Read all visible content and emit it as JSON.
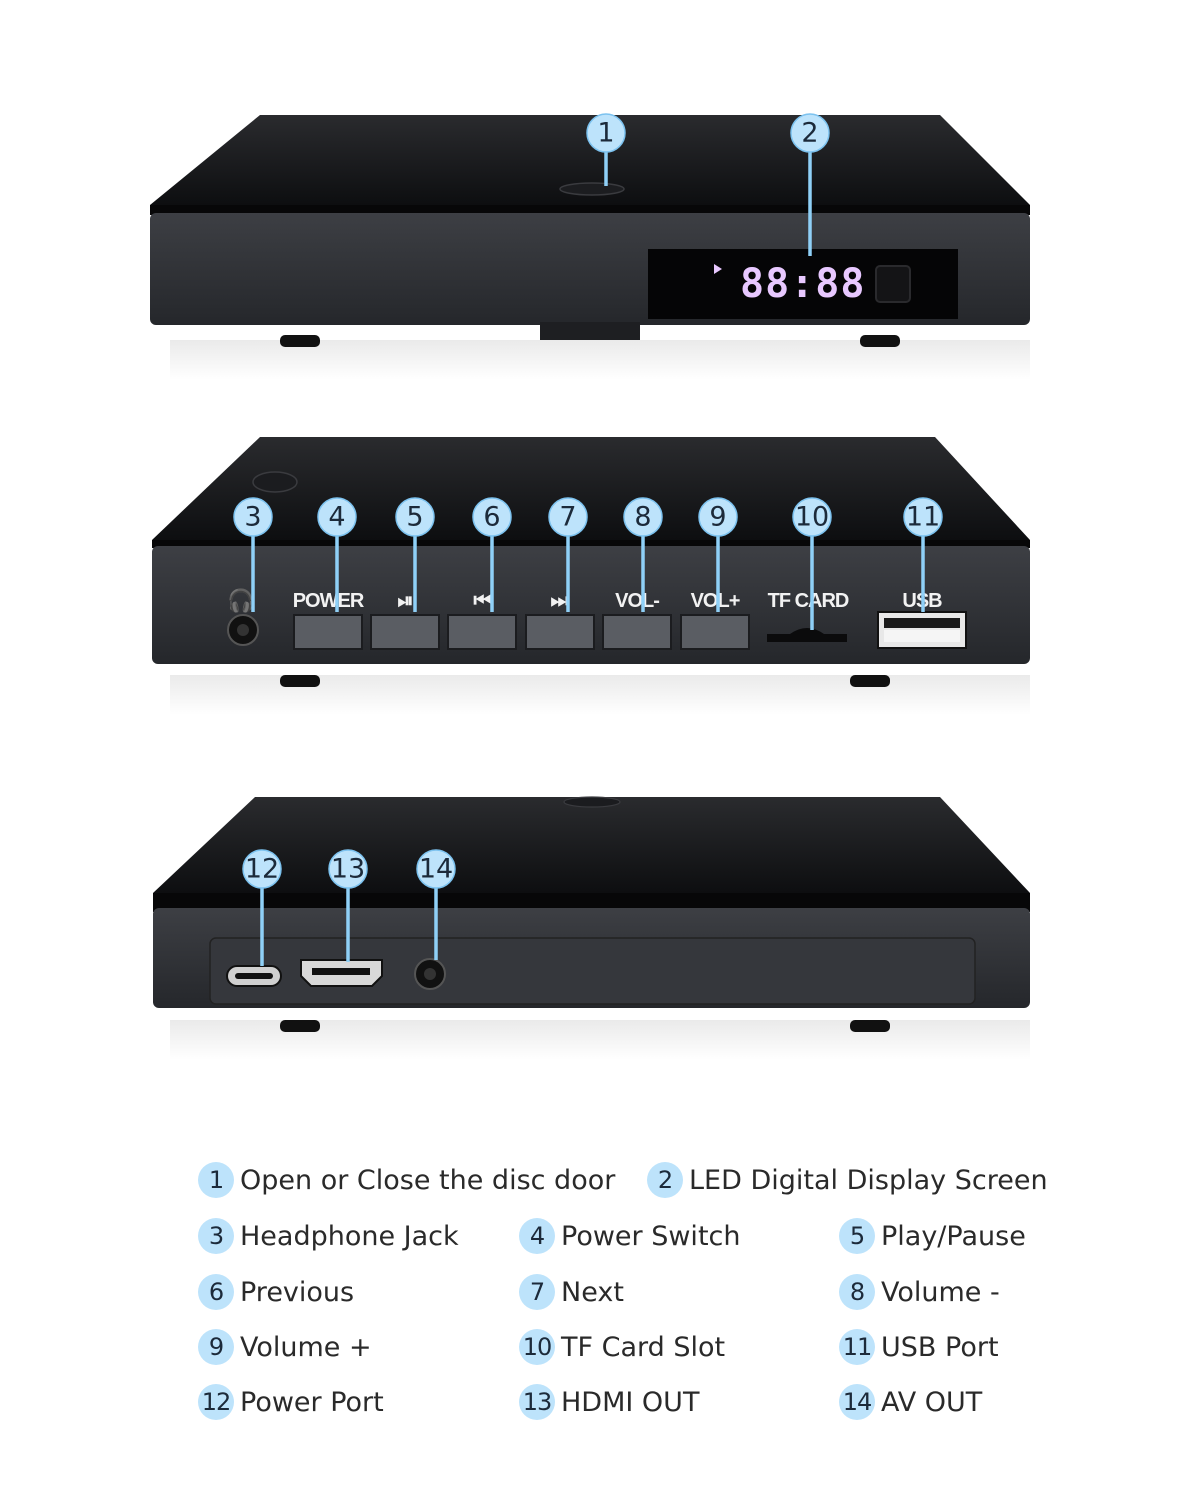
{
  "device": {
    "led_display": "88:88",
    "front_labels": [
      "POWER",
      "⏯",
      "⏮",
      "⏭",
      "VOL-",
      "VOL+",
      "TF CARD",
      "USB"
    ]
  },
  "callouts": [
    "1",
    "2",
    "3",
    "4",
    "5",
    "6",
    "7",
    "8",
    "9",
    "10",
    "11",
    "12",
    "13",
    "14"
  ],
  "legend": [
    {
      "num": "1",
      "text": "Open or Close the disc door"
    },
    {
      "num": "2",
      "text": "LED Digital Display Screen"
    },
    {
      "num": "3",
      "text": "Headphone Jack"
    },
    {
      "num": "4",
      "text": "Power Switch"
    },
    {
      "num": "5",
      "text": "Play/Pause"
    },
    {
      "num": "6",
      "text": "Previous"
    },
    {
      "num": "7",
      "text": "Next"
    },
    {
      "num": "8",
      "text": "Volume -"
    },
    {
      "num": "9",
      "text": "Volume +"
    },
    {
      "num": "10",
      "text": "TF Card Slot"
    },
    {
      "num": "11",
      "text": "USB Port"
    },
    {
      "num": "12",
      "text": "Power Port"
    },
    {
      "num": "13",
      "text": "HDMI OUT"
    },
    {
      "num": "14",
      "text": "AV OUT"
    }
  ],
  "colors": {
    "callout_fill": "#bde3fb",
    "callout_line": "#8fd0f7",
    "device_body": "#2e3035",
    "device_top": "#111214",
    "led_text": "#e8c8ff"
  }
}
